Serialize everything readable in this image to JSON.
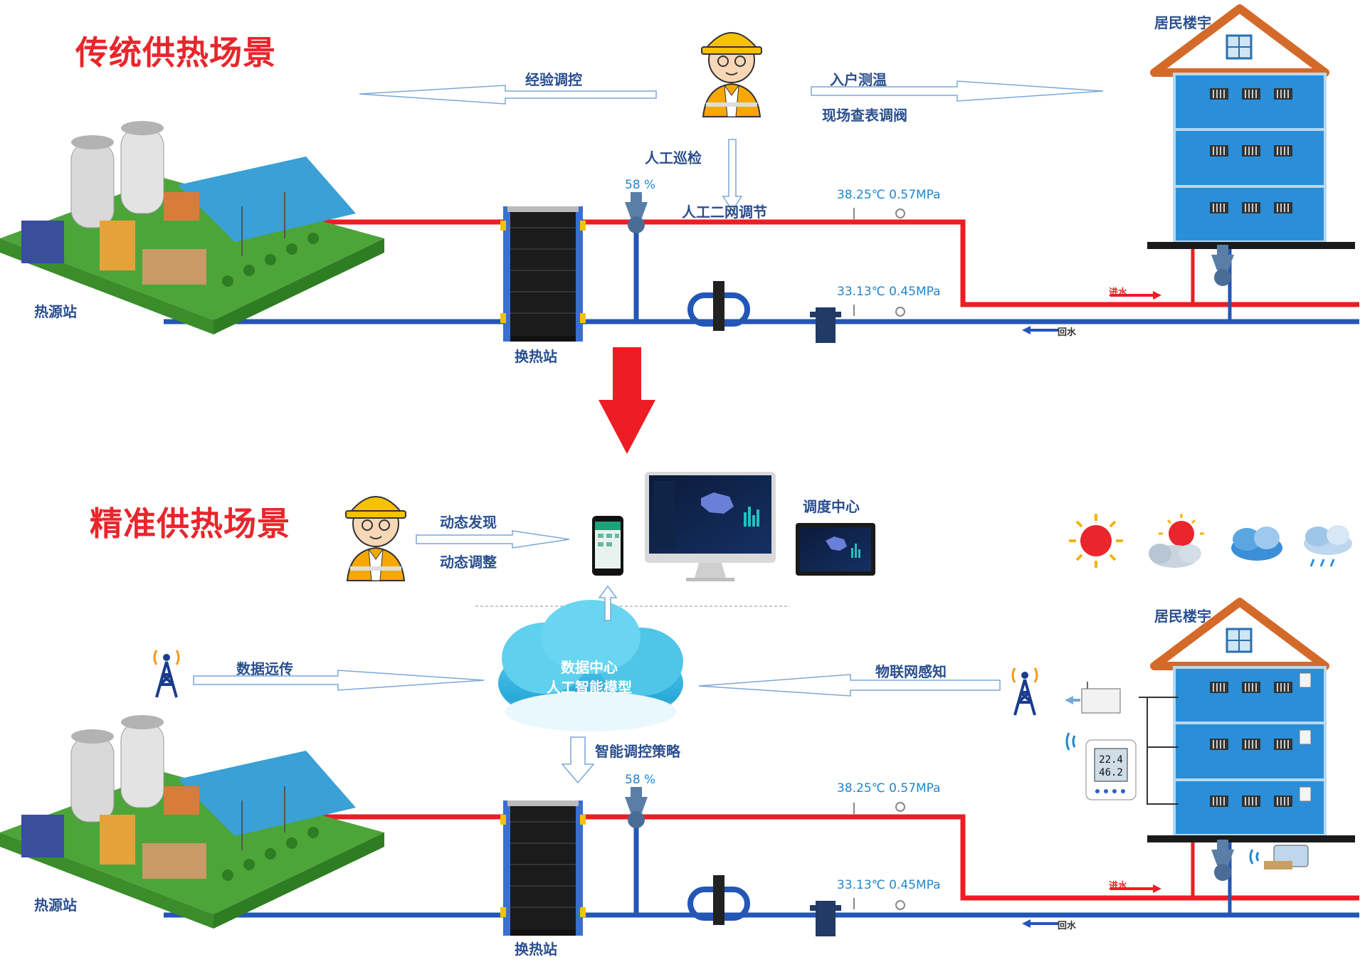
{
  "top": {
    "title": "传统供热场景",
    "source_label": "热源站",
    "exchanger_label": "换热站",
    "building_label": "居民楼宇",
    "experience_label": "经验调控",
    "indoor_temp_label": "入户测温",
    "onsite_label": "现场查表调阀",
    "patrol_label": "人工巡检",
    "secondary_label": "人工二网调节",
    "valve_pct": "58 %",
    "supply_reading": "38.25℃  0.57MPa",
    "return_reading": "33.13℃  0.45MPa",
    "inlet_label": "进水",
    "return_label": "回水"
  },
  "bottom": {
    "title": "精准供热场景",
    "dynamic_discover": "动态发现",
    "dynamic_adjust": "动态调整",
    "dispatch_label": "调度中心",
    "data_transfer": "数据远传",
    "iot_label": "物联网感知",
    "cloud_line1": "数据中心",
    "cloud_line2": "人工智能模型",
    "strategy_label": "智能调控策略",
    "source_label": "热源站",
    "exchanger_label": "换热站",
    "building_label": "居民楼宇",
    "valve_pct": "58 %",
    "supply_reading": "38.25℃  0.57MPa",
    "return_reading": "33.13℃  0.45MPa",
    "inlet_label": "进水",
    "return_label": "回水",
    "thermostat_line1": "22.4",
    "thermostat_line2": "46.2"
  },
  "colors": {
    "title_red": "#e8262c",
    "label_blue": "#2a4f8f",
    "reading_blue": "#1f86d0",
    "supply_red": "#ee1c24",
    "return_blue": "#2456b5",
    "building_blue": "#2a8fd8",
    "roof_orange": "#d46a2a"
  },
  "icons": [
    "engineer-icon",
    "power-plant-icon",
    "heat-exchanger-icon",
    "building-icon",
    "cloud-icon",
    "signal-tower-icon",
    "phone-icon",
    "monitor-icon",
    "tablet-icon",
    "sun-icon",
    "partly-cloudy-icon",
    "cloud-weather-icon",
    "rain-icon",
    "thermostat-icon",
    "heat-meter-icon"
  ]
}
